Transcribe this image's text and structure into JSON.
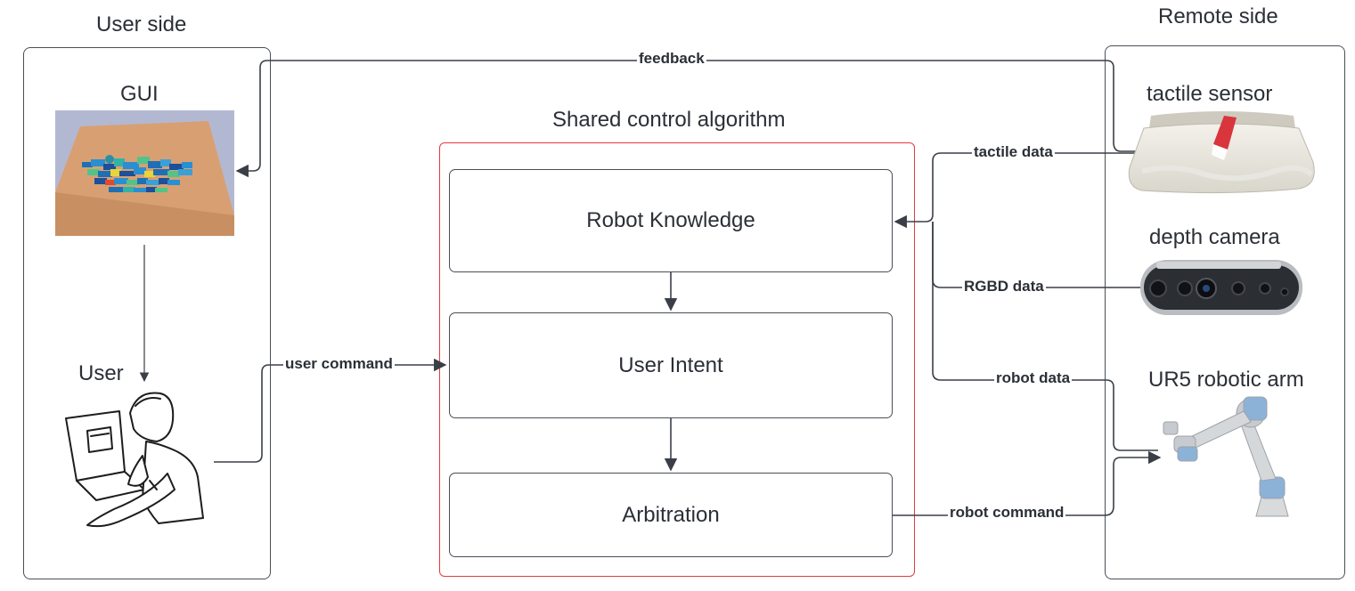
{
  "user_side": {
    "title": "User side",
    "gui_label": "GUI",
    "user_label": "User"
  },
  "remote_side": {
    "title": "Remote side",
    "tactile_sensor_label": "tactile sensor",
    "depth_camera_label": "depth camera",
    "robot_arm_label": "UR5 robotic arm"
  },
  "algorithm": {
    "title": "Shared control algorithm",
    "blocks": [
      "Robot Knowledge",
      "User Intent",
      "Arbitration"
    ]
  },
  "edges": {
    "feedback": "feedback",
    "tactile_data": "tactile data",
    "rgbd_data": "RGBD data",
    "robot_data": "robot data",
    "user_command": "user command",
    "robot_command": "robot command"
  },
  "colors": {
    "algorithm_frame": "#e23b3b",
    "line": "#4a4f57"
  }
}
